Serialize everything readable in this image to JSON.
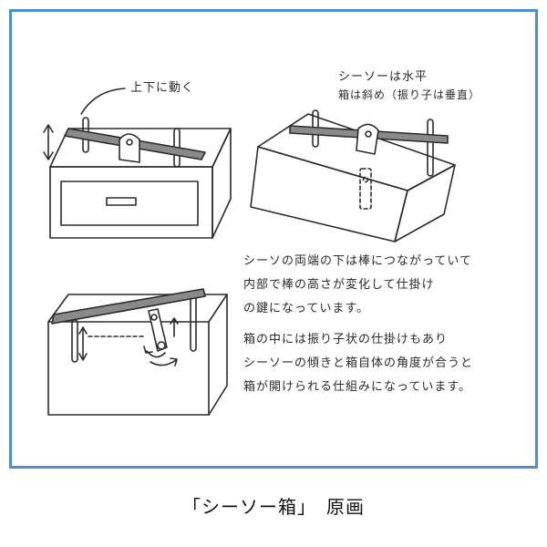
{
  "annotations": {
    "move_updown": "上下に動く",
    "state_line1": "シーソーは水平",
    "state_line2": "箱は斜め（振り子は垂直）",
    "desc1_line1": "シーソの両端の下は棒につながっていて",
    "desc1_line2": "内部で棒の高さが変化して仕掛け",
    "desc1_line3": "の鍵になっています。",
    "desc2_line1": "箱の中には振り子状の仕掛けもあり",
    "desc2_line2": "シーソーの傾きと箱自体の角度が合うと",
    "desc2_line3": "箱が開けられる仕組みになっています。"
  },
  "caption": "「シーソー箱」　原画",
  "colors": {
    "frame_border": "#4a8fd3",
    "ink": "#2b2b2b",
    "seesaw_fill": "#8a8a8a"
  }
}
